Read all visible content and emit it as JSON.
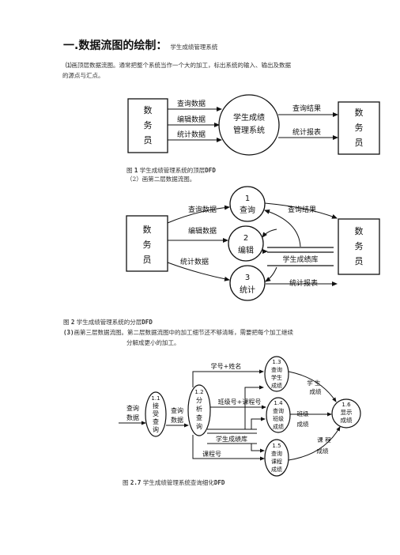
{
  "heading": {
    "main": "一.数据流图的绘制：",
    "sub": "学生成绩管理系统"
  },
  "para1": {
    "num": "⑴",
    "line1": "画顶层数据流图。通常把整个系统当作一个大的加工，标出系统的输入、输出及数据",
    "line2": "的源点与汇点。"
  },
  "fig1": {
    "left_entity": [
      "数",
      "务",
      "员"
    ],
    "right_entity": [
      "数",
      "务",
      "员"
    ],
    "process": [
      "学生成绩",
      "管理系统"
    ],
    "flows_in": [
      "查询数据",
      "编辑数据",
      "统计数据"
    ],
    "flows_out": [
      "查询结果",
      "统计报表"
    ],
    "caption_pre": "图",
    "caption_num": "1",
    "caption_text": "学生成绩管理系统的顶层",
    "caption_tag": "DFD"
  },
  "para2": "（2）画第二层数据流图。",
  "fig2": {
    "left_entity": [
      "数",
      "务",
      "员"
    ],
    "right_entity": [
      "数",
      "务",
      "员"
    ],
    "p1_num": "1",
    "p1_name": "查询",
    "p2_num": "2",
    "p2_name": "编辑",
    "p3_num": "3",
    "p3_name": "统计",
    "flow_query": "查询数据",
    "flow_result": "查询结果",
    "flow_edit": "编辑数据",
    "flow_stat": "统计数据",
    "store": "学生成绩库",
    "flow_report": "统计报表",
    "caption_pre": "图",
    "caption_num": "2",
    "caption_text": "学生成绩管理系统的分层",
    "caption_tag": "DFD"
  },
  "para3": {
    "num": "(3)",
    "line1": "画第三层数据流图。第二层数据流图中的加工细节还不够清晰，需要把每个加工继续",
    "line2": "分解成更小的加工。"
  },
  "fig3": {
    "input_flow": [
      "查询",
      "数据"
    ],
    "p11": [
      "1.1",
      "接",
      "受",
      "查",
      "询"
    ],
    "mid_flow": [
      "查询",
      "数据"
    ],
    "p12": [
      "1.2",
      "分",
      "析",
      "查",
      "询"
    ],
    "p13": [
      "1.3",
      "查询",
      "学生",
      "成绩"
    ],
    "p14": [
      "1.4",
      "查询",
      "班级",
      "成绩"
    ],
    "p15": [
      "1.5",
      "查询",
      "课程",
      "成绩"
    ],
    "p16": [
      "1.6",
      "显示",
      "成绩"
    ],
    "flow_name": "学号+姓名",
    "flow_class": "班级号+课程号",
    "flow_course": "课程号",
    "store": "学生成绩库",
    "out_student": [
      "学 生",
      "成绩"
    ],
    "out_class": [
      "班级",
      "成绩"
    ],
    "out_course": [
      "课 程",
      "成绩"
    ],
    "caption_pre": "图",
    "caption_num": "2.7",
    "caption_text": "学生成绩管理系统查询细化",
    "caption_tag": "DFD"
  }
}
